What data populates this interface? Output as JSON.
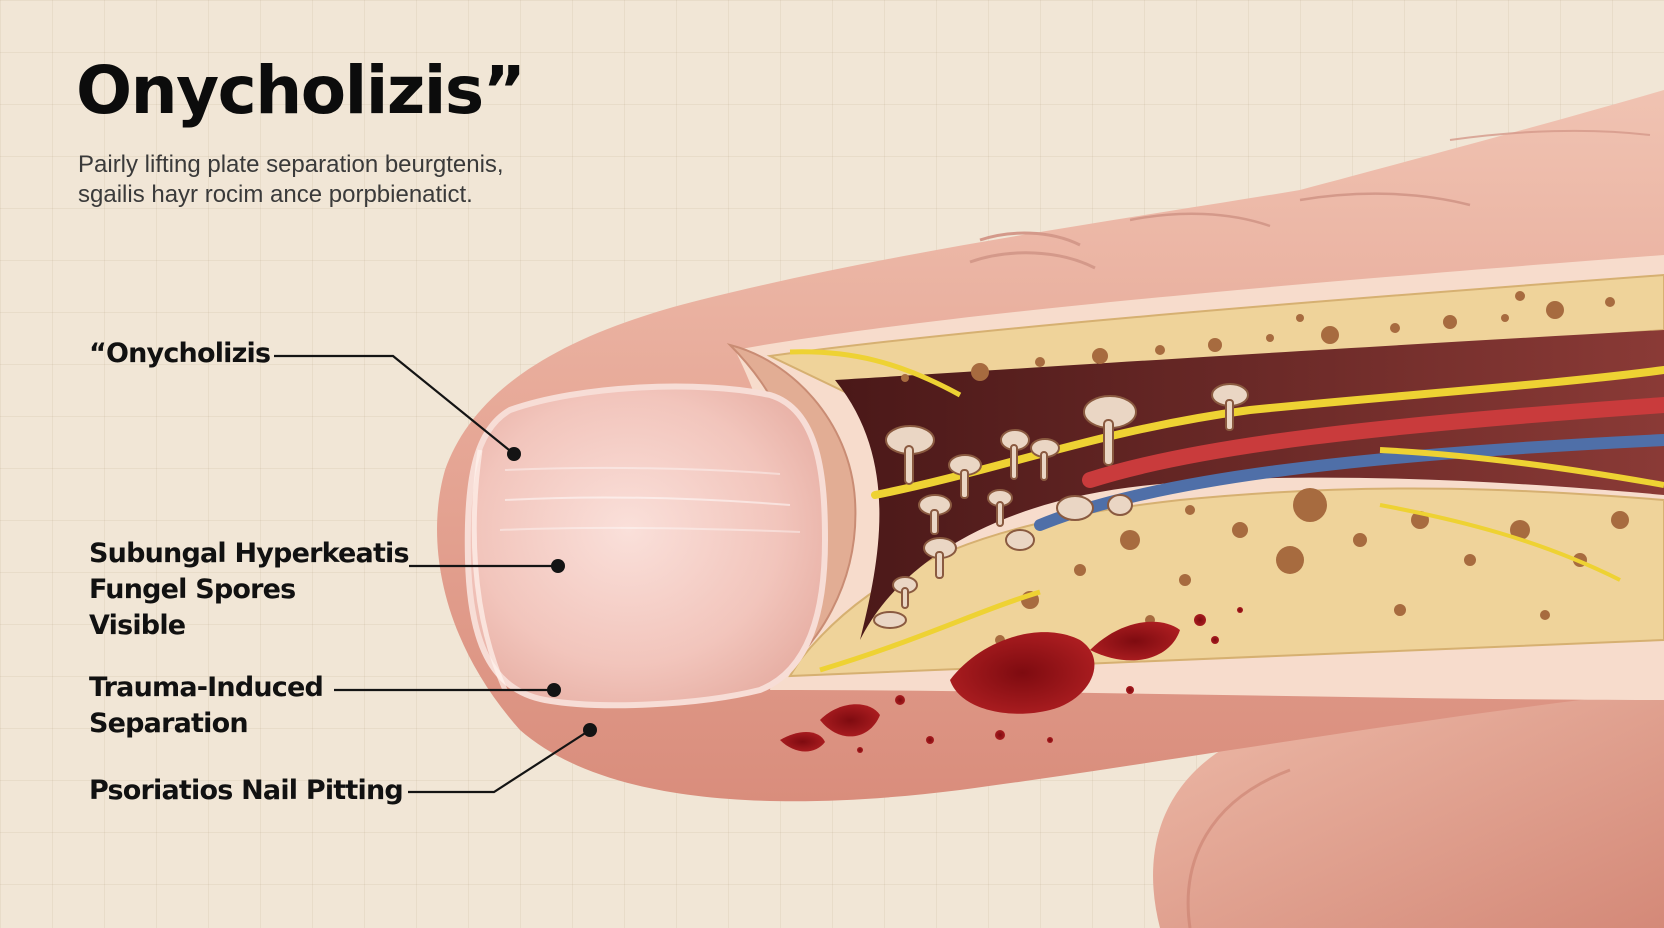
{
  "title": "Onycholizis”",
  "subtitle": {
    "line1": "Pairly lifting plate separation beurgtenis,",
    "line2": "sgailis hayr rocim ance porpbienatict."
  },
  "labels": {
    "onycholizis": "“Onycholizis",
    "subungal": {
      "line1": "Subungal Hyperkeatis",
      "line2": "Fungel Spores",
      "line3": "Visible"
    },
    "trauma": {
      "line1": "Trauma-Induced",
      "line2": "Separation"
    },
    "psoriatios": "Psoriatios Nail Pitting"
  },
  "colors": {
    "background": "#f1e6d6",
    "skin": "#e7a998",
    "nail": "#f1c8c0",
    "bone": "#efd39a",
    "nerve": "#eed233",
    "artery": "#c93b3c",
    "vein": "#4f6fa8",
    "blood": "#a01418",
    "leader_line": "#141414"
  }
}
